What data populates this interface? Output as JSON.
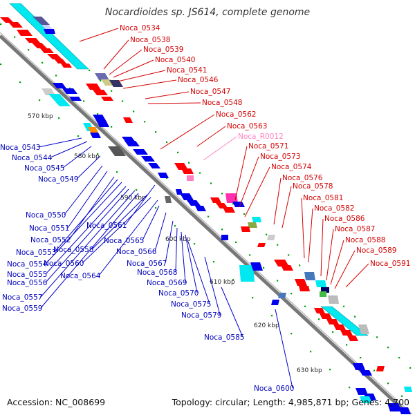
{
  "title": "Nocardioides sp. JS614, complete genome",
  "footer": {
    "accession": "Accession: NC_008699",
    "summary": "Topology: circular; Length: 4,985,871 bp; Genes: 4,700"
  },
  "colors": {
    "forward": "#ff0000",
    "reverse": "#0000ee",
    "rna": "#ff80c0",
    "backbone": "#888888",
    "tick": "#00a000",
    "cyan": "#00e8f0"
  },
  "kbp_labels": [
    "570 kbp",
    "580 kbp",
    "590 kbp",
    "600 kbp",
    "610 kbp",
    "620 kbp",
    "630 kbp"
  ],
  "right_labels": [
    {
      "text": "Noca_0534",
      "type": "forward"
    },
    {
      "text": "Noca_0538",
      "type": "forward"
    },
    {
      "text": "Noca_0539",
      "type": "forward"
    },
    {
      "text": "Noca_0540",
      "type": "forward"
    },
    {
      "text": "Noca_0541",
      "type": "forward"
    },
    {
      "text": "Noca_0546",
      "type": "forward"
    },
    {
      "text": "Noca_0547",
      "type": "forward"
    },
    {
      "text": "Noca_0548",
      "type": "forward"
    },
    {
      "text": "Noca_0562",
      "type": "forward"
    },
    {
      "text": "Noca_0563",
      "type": "forward"
    },
    {
      "text": "Noca_R0012",
      "type": "rna"
    },
    {
      "text": "Noca_0571",
      "type": "forward"
    },
    {
      "text": "Noca_0573",
      "type": "forward"
    },
    {
      "text": "Noca_0574",
      "type": "forward"
    },
    {
      "text": "Noca_0576",
      "type": "forward"
    },
    {
      "text": "Noca_0578",
      "type": "forward"
    },
    {
      "text": "Noca_0581",
      "type": "forward"
    },
    {
      "text": "Noca_0582",
      "type": "forward"
    },
    {
      "text": "Noca_0586",
      "type": "forward"
    },
    {
      "text": "Noca_0587",
      "type": "forward"
    },
    {
      "text": "Noca_0588",
      "type": "forward"
    },
    {
      "text": "Noca_0589",
      "type": "forward"
    },
    {
      "text": "Noca_0591",
      "type": "forward"
    }
  ],
  "left_labels": [
    {
      "text": "Noca_0543"
    },
    {
      "text": "Noca_0544"
    },
    {
      "text": "Noca_0545"
    },
    {
      "text": "Noca_0549"
    },
    {
      "text": "Noca_0550"
    },
    {
      "text": "Noca_0551"
    },
    {
      "text": "Noca_0552"
    },
    {
      "text": "Noca_0553"
    },
    {
      "text": "Noca_0554"
    },
    {
      "text": "Noca_0555"
    },
    {
      "text": "Noca_0556"
    },
    {
      "text": "Noca_0557"
    },
    {
      "text": "Noca_0559"
    },
    {
      "text": "Noca_0558"
    },
    {
      "text": "Noca_0560"
    },
    {
      "text": "Noca_0561"
    },
    {
      "text": "Noca_0564"
    },
    {
      "text": "Noca_0565"
    },
    {
      "text": "Noca_0566"
    },
    {
      "text": "Noca_0567"
    },
    {
      "text": "Noca_0568"
    },
    {
      "text": "Noca_0569"
    },
    {
      "text": "Noca_0570"
    },
    {
      "text": "Noca_0575"
    },
    {
      "text": "Noca_0579"
    },
    {
      "text": "Noca_0585"
    },
    {
      "text": "Noca_0600"
    }
  ]
}
